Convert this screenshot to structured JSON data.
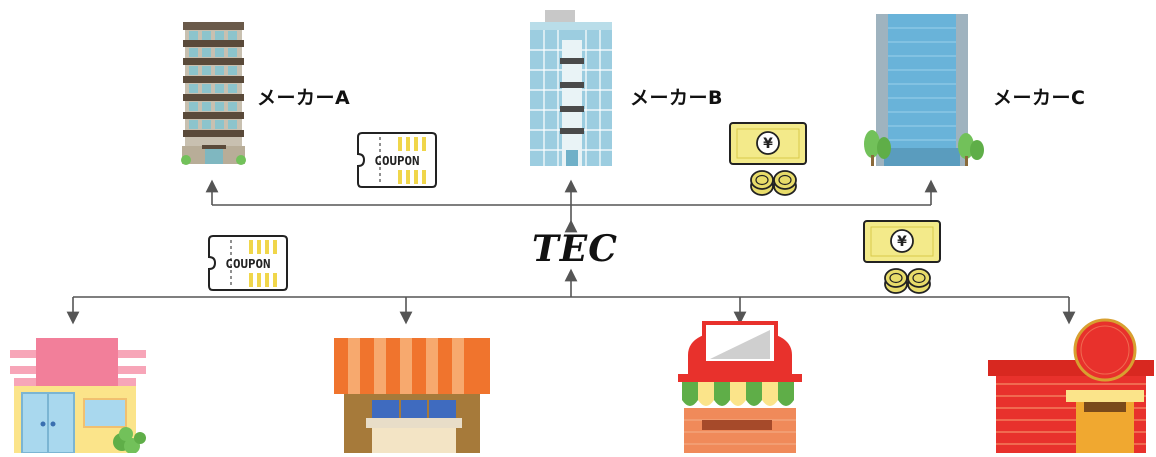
{
  "makers": [
    {
      "label": "メーカーA"
    },
    {
      "label": "メーカーB"
    },
    {
      "label": "メーカーC"
    }
  ],
  "hub": {
    "label": "TEC"
  },
  "coupon": {
    "text": "COUPON"
  },
  "money": {
    "symbol": "¥"
  },
  "colors": {
    "connector": "#555555",
    "coupon_stripe": "#f0d64a",
    "banknote": "#f3ea8a",
    "coin": "#e8dc6a",
    "building_a_wall": "#c8c0b0",
    "building_b_glass": "#9ccde0",
    "building_c_glass": "#69b3d9",
    "tree": "#72c15a",
    "store_pink": "#f27f9a",
    "store_orange": "#f0742d",
    "store_red": "#e8312c"
  }
}
